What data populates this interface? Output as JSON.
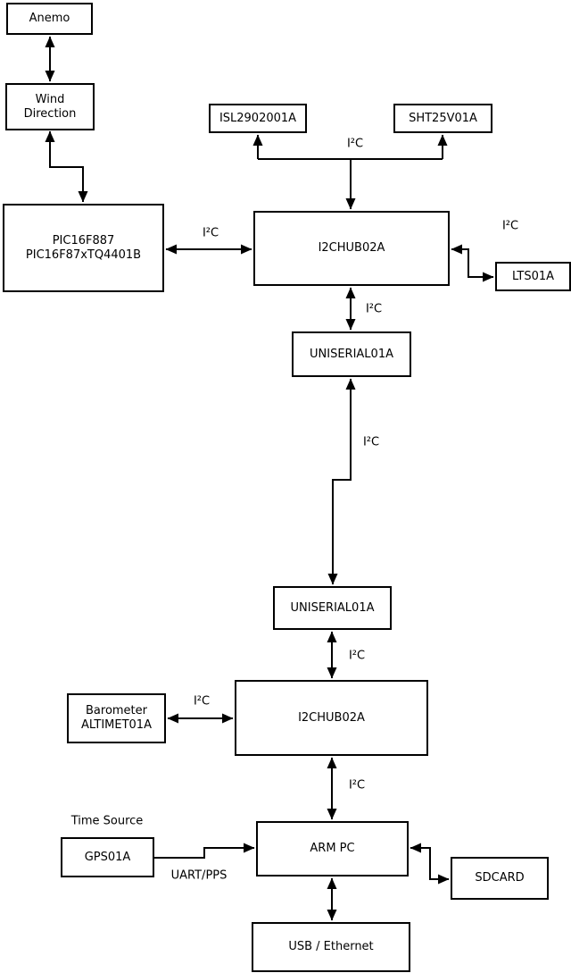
{
  "nodes": {
    "anemo": {
      "label": "Anemo"
    },
    "wind_direction": {
      "line1": "Wind",
      "line2": "Direction"
    },
    "pic": {
      "line1": "PIC16F887",
      "line2": "PIC16F87xTQ4401B"
    },
    "isl": {
      "label": "ISL2902001A"
    },
    "sht": {
      "label": "SHT25V01A"
    },
    "i2c_hub_top": {
      "label": "I2CHUB02A"
    },
    "lts": {
      "label": "LTS01A"
    },
    "uniserial_top": {
      "label": "UNISERIAL01A"
    },
    "uniserial_bottom": {
      "label": "UNISERIAL01A"
    },
    "barometer": {
      "line1": "Barometer",
      "line2": "ALTIMET01A"
    },
    "i2c_hub_bottom": {
      "label": "I2CHUB02A"
    },
    "gps": {
      "label": "GPS01A"
    },
    "arm_pc": {
      "label": "ARM PC"
    },
    "sdcard": {
      "label": "SDCARD"
    },
    "usb_ethernet": {
      "label": "USB / Ethernet"
    }
  },
  "edge_labels": {
    "i2c": "I²C",
    "uart_pps": "UART/PPS",
    "time_source": "Time Source"
  },
  "colors": {
    "background": "#ffffff",
    "stroke": "#000000",
    "text": "#000000"
  }
}
